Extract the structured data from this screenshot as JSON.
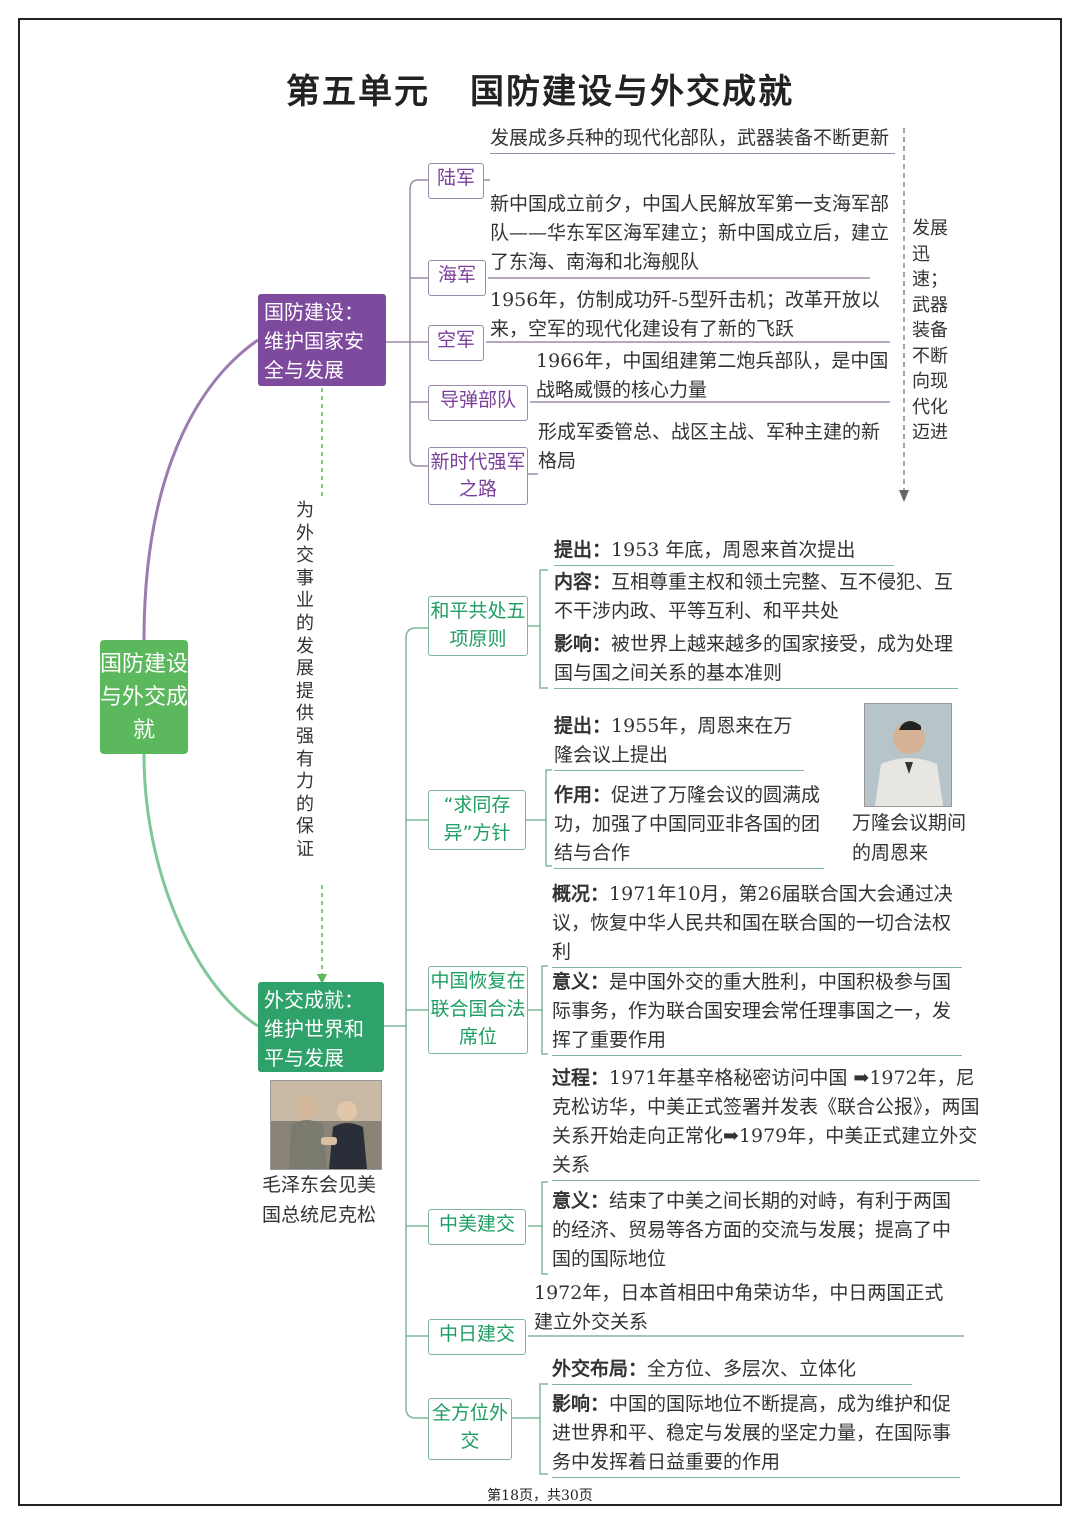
{
  "title": {
    "unit": "第五单元",
    "topic": "国防建设与外交成就"
  },
  "root": {
    "label": "国防建设与外交成就"
  },
  "defense": {
    "label": "国防建设：维护国家安全与发展",
    "army": {
      "node": "陆军",
      "text": "发展成多兵种的现代化部队，武器装备不断更新"
    },
    "navy": {
      "node": "海军",
      "text": "新中国成立前夕，中国人民解放军第一支海军部队——华东军区海军建立；新中国成立后，建立了东海、南海和北海舰队"
    },
    "airforce": {
      "node": "空军",
      "text": "1956年，仿制成功歼-5型歼击机；改革开放以来，空军的现代化建设有了新的飞跃"
    },
    "missile": {
      "node": "导弹部队",
      "text": "1966年，中国组建第二炮兵部队，是中国战略威慑的核心力量"
    },
    "newera": {
      "node": "新时代强军之路",
      "text": "形成军委管总、战区主战、军种主建的新格局"
    },
    "side_note": "发展迅速；武器装备不断向现代化迈进"
  },
  "link_note": "为外交事业的发展提供强有力的保证",
  "diplomacy": {
    "label": "外交成就：维护世界和平与发展",
    "photo_caption": "毛泽东会见美国总统尼克松",
    "five_principles": {
      "node": "和平共处五项原则",
      "proposed_label": "提出：",
      "proposed": "1953 年底，周恩来首次提出",
      "content_label": "内容：",
      "content": "互相尊重主权和领土完整、互不侵犯、互不干涉内政、平等互利、和平共处",
      "impact_label": "影响：",
      "impact": "被世界上越来越多的国家接受，成为处理国与国之间关系的基本准则"
    },
    "seek_common": {
      "node": "“求同存异”方针",
      "proposed_label": "提出：",
      "proposed": "1955年，周恩来在万隆会议上提出",
      "role_label": "作用：",
      "role": "促进了万隆会议的圆满成功，加强了中国同亚非各国的团结与合作",
      "photo_caption": "万隆会议期间的周恩来"
    },
    "un_seat": {
      "node": "中国恢复在联合国合法席位",
      "overview_label": "概况：",
      "overview": "1971年10月，第26届联合国大会通过决议，恢复中华人民共和国在联合国的一切合法权利",
      "meaning_label": "意义：",
      "meaning": "是中国外交的重大胜利，中国积极参与国际事务，作为联合国安理会常任理事国之一，发挥了重要作用"
    },
    "sino_us": {
      "node": "中美建交",
      "process_label": "过程：",
      "process": "1971年基辛格秘密访问中国 ➡1972年，尼克松访华，中美正式签署并发表《联合公报》，两国关系开始走向正常化➡1979年，中美正式建立外交关系",
      "meaning_label": "意义：",
      "meaning": "结束了中美之间长期的对峙，有利于两国的经济、贸易等各方面的交流与发展；提高了中国的国际地位"
    },
    "sino_jp": {
      "node": "中日建交",
      "text": "1972年，日本首相田中角荣访华，中日两国正式建立外交关系"
    },
    "omni": {
      "node": "全方位外交",
      "layout_label": "外交布局：",
      "layout": "全方位、多层次、立体化",
      "impact_label": "影响：",
      "impact": "中国的国际地位不断提高，成为维护和促进世界和平、稳定与发展的坚定力量，在国际事务中发挥着日益重要的作用"
    }
  },
  "footer": "第18页，共30页",
  "colors": {
    "purple": "#7e4a9e",
    "green": "#2ea26a",
    "root_green": "#5cb85c"
  }
}
